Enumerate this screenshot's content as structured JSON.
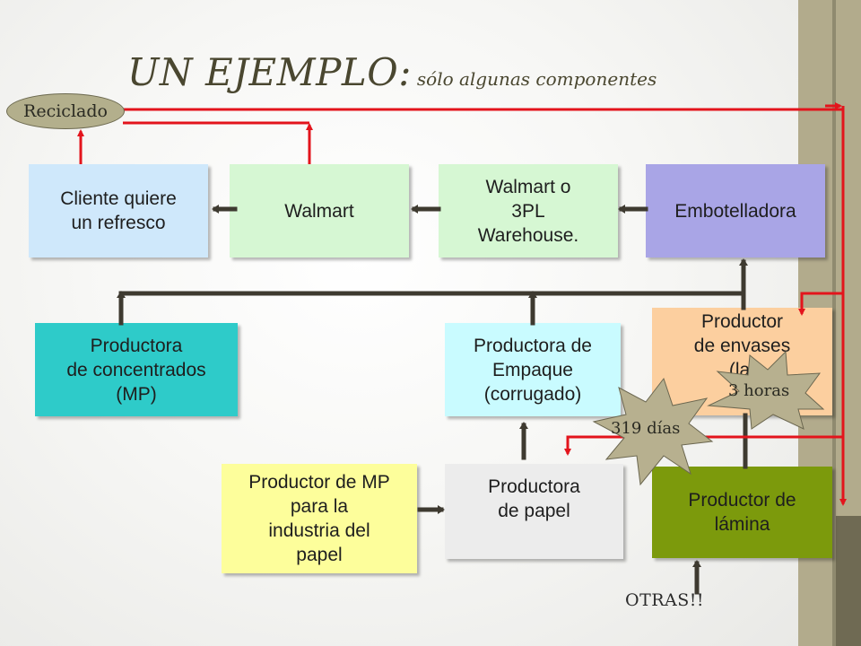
{
  "title": {
    "main": "UN EJEMPLO:",
    "sub": "sólo algunas componentes"
  },
  "reciclado": "Reciclado",
  "boxes": {
    "cliente": [
      "Cliente quiere",
      "un refresco"
    ],
    "walmart": [
      "Walmart"
    ],
    "warehouse": [
      "Walmart o",
      "3PL",
      "Warehouse."
    ],
    "embotelladora": [
      "Embotelladora"
    ],
    "concentrados": [
      "Productora",
      "de concentrados",
      "(MP)"
    ],
    "empaque": [
      "Productora de",
      "Empaque",
      "(corrugado)"
    ],
    "envases": [
      "Productor",
      "de envases",
      "(lat"
    ],
    "mp_papel": [
      "Productor de MP",
      "para la",
      "industria del",
      "papel"
    ],
    "papel": [
      "Productora",
      "de papel"
    ],
    "lamina": [
      "Productor de",
      "lámina"
    ]
  },
  "stars": {
    "dias": "319 días",
    "horas": "3 horas"
  },
  "otras": "OTRAS!!",
  "colors": {
    "cliente": "#cfe8fb",
    "walmart": "#d6f7d3",
    "warehouse": "#d6f7d3",
    "embotelladora": "#a9a5e6",
    "concentrados": "#2ecbc9",
    "empaque": "#c9fbff",
    "envases": "#fccf9f",
    "mp_papel": "#fdfe9b",
    "papel": "#ececec",
    "lamina": "#7c9a0c",
    "red_arrow": "#e3141c",
    "dark_arrow": "#3e3a30",
    "star": "#b7b08f"
  }
}
